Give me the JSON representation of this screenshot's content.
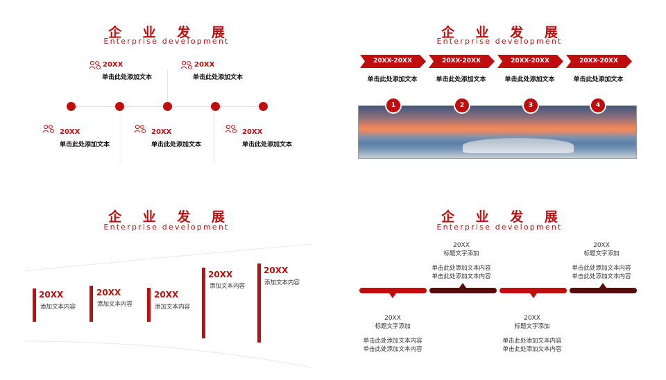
{
  "title": "企 业 发 展",
  "subtitle": "Enterprise development",
  "colors": {
    "accent": "#c00d0d",
    "dark": "#5a0a0a"
  },
  "q1": {
    "top_items": [
      {
        "year": "20XX",
        "text": "单击此处添加文本",
        "icon": "people-icon"
      },
      {
        "year": "20XX",
        "text": "单击此处添加文本",
        "icon": "people-icon"
      }
    ],
    "bottom_items": [
      {
        "year": "20XX",
        "text": "单击此处添加文本",
        "icon": "people-icon"
      },
      {
        "year": "20XX",
        "text": "单击此处添加文本",
        "icon": "people-icon"
      },
      {
        "year": "20XX",
        "text": "单击此处添加文本",
        "icon": "people-icon"
      }
    ]
  },
  "q2": {
    "tags": [
      "20XX-20XX",
      "20XX-20XX",
      "20XX-20XX",
      "20XX-20XX"
    ],
    "texts": [
      "单击此处添加文本",
      "单击此处添加文本",
      "单击此处添加文本",
      "单击此处添加文本"
    ],
    "numbers": [
      "1",
      "2",
      "3",
      "4"
    ]
  },
  "q3": {
    "items": [
      {
        "year": "20XX",
        "text": "添加文本内容"
      },
      {
        "year": "20XX",
        "text": "添加文本内容"
      },
      {
        "year": "20XX",
        "text": "添加文本内容"
      },
      {
        "year": "20XX",
        "text": "添加文本内容"
      },
      {
        "year": "20XX",
        "text": "添加文本内容"
      }
    ]
  },
  "q4": {
    "top": [
      {
        "year": "20XX",
        "heading": "标题文字添加",
        "line1": "单击此处添加文本内容",
        "line2": "单击此处添加文本内容"
      },
      {
        "year": "20XX",
        "heading": "标题文字添加",
        "line1": "单击此处添加文本内容",
        "line2": "单击此处添加文本内容"
      }
    ],
    "bottom": [
      {
        "year": "20XX",
        "heading": "标题文字添加",
        "line1": "单击此处添加文本内容",
        "line2": "单击此处添加文本内容"
      },
      {
        "year": "20XX",
        "heading": "标题文字添加",
        "line1": "单击此处添加文本内容",
        "line2": "单击此处添加文本内容"
      }
    ]
  }
}
